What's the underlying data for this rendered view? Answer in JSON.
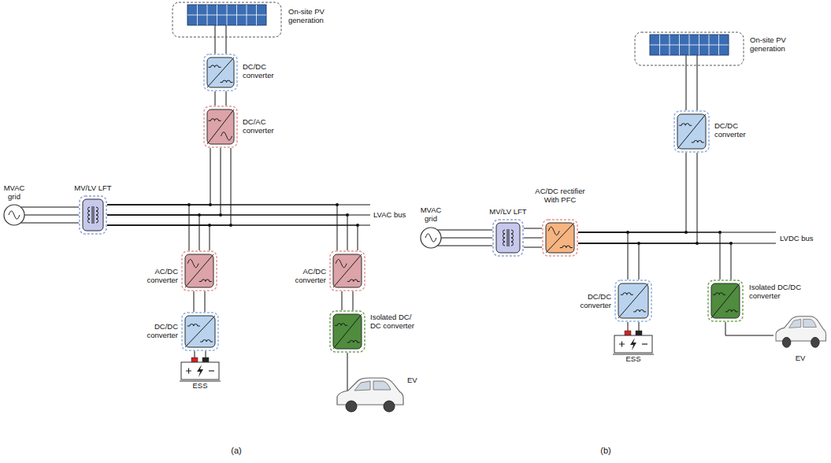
{
  "diagram": {
    "nodes": [
      {
        "text": [
          "On-site PV generation"
        ]
      },
      {
        "text": [
          "DC/DC converter"
        ]
      },
      {
        "text": [
          "DC/AC converter"
        ]
      },
      {
        "text": [
          "MVAC grid"
        ]
      },
      {
        "text": [
          "MV/LV LFT"
        ]
      },
      {
        "text": [
          "AC/DC converter"
        ]
      },
      {
        "text": [
          "AC/DC converter"
        ]
      },
      {
        "text": [
          "DC/DC converter"
        ]
      },
      {
        "text": [
          "Isolated DC/ DC converter"
        ]
      },
      {
        "text": [
          "ESS"
        ]
      },
      {
        "text": [
          "EV"
        ]
      },
      {
        "text": [
          "On-site PV generation"
        ]
      },
      {
        "text": [
          "DC/DC converter"
        ]
      },
      {
        "text": [
          "MVAC grid"
        ]
      },
      {
        "text": [
          "MV/LV LFT"
        ]
      },
      {
        "text": [
          "AC/DC rectifier With PFC"
        ]
      },
      {
        "text": [
          "DC/DC converter"
        ]
      },
      {
        "text": [
          "Isolated DC/DC converter"
        ]
      },
      {
        "text": [
          "ESS"
        ]
      },
      {
        "text": [
          "EV"
        ]
      }
    ],
    "edges": [
      {
        "from": 0,
        "to": 1,
        "arrow": "none"
      },
      {
        "from": 1,
        "to": 2,
        "arrow": "none"
      },
      {
        "from": 3,
        "to": 4,
        "arrow": "none"
      },
      {
        "from": 4,
        "to": 2,
        "arrow": "none"
      },
      {
        "from": 4,
        "to": 5,
        "arrow": "none"
      },
      {
        "from": 4,
        "to": 6,
        "arrow": "none"
      },
      {
        "from": 5,
        "to": 7,
        "arrow": "none"
      },
      {
        "from": 7,
        "to": 9,
        "arrow": "none"
      },
      {
        "from": 6,
        "to": 8,
        "arrow": "none"
      },
      {
        "from": 8,
        "to": 10,
        "arrow": "none"
      },
      {
        "from": 11,
        "to": 12,
        "arrow": "none"
      },
      {
        "from": 13,
        "to": 14,
        "arrow": "none"
      },
      {
        "from": 14,
        "to": 15,
        "arrow": "none"
      },
      {
        "from": 15,
        "to": 12,
        "arrow": "none"
      },
      {
        "from": 15,
        "to": 16,
        "arrow": "none"
      },
      {
        "from": 15,
        "to": 17,
        "arrow": "none"
      },
      {
        "from": 16,
        "to": 18,
        "arrow": "none"
      },
      {
        "from": 17,
        "to": 19,
        "arrow": "none"
      }
    ],
    "labels": [
      "LVAC bus",
      "(a)",
      "LVDC bus",
      "(b)"
    ]
  }
}
